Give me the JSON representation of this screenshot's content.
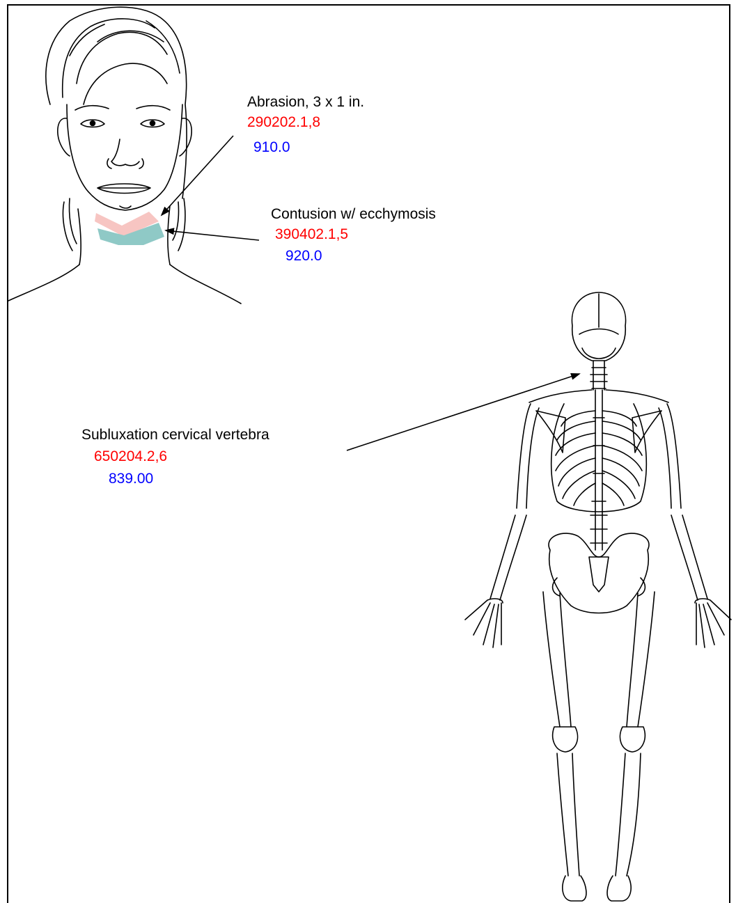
{
  "annotations": {
    "abrasion": {
      "label": "Abrasion, 3 x 1 in.",
      "code": "290202.1,8",
      "value": "910.0"
    },
    "contusion": {
      "label": "Contusion w/ ecchymosis",
      "code": "390402.1,5",
      "value": "920.0"
    },
    "subluxation": {
      "label": "Subluxation cervical vertebra",
      "code": "650204.2,6",
      "value": "839.00"
    }
  },
  "colors": {
    "label_text": "#000000",
    "code_text": "#ff0000",
    "value_text": "#0000ff",
    "abrasion_highlight": "#f7c5c2",
    "contusion_highlight": "#8fc9c6",
    "outline": "#000000"
  },
  "figures": {
    "face": {
      "icon": "face-outline-drawing"
    },
    "skeleton": {
      "icon": "skeleton-posterior-drawing"
    }
  }
}
